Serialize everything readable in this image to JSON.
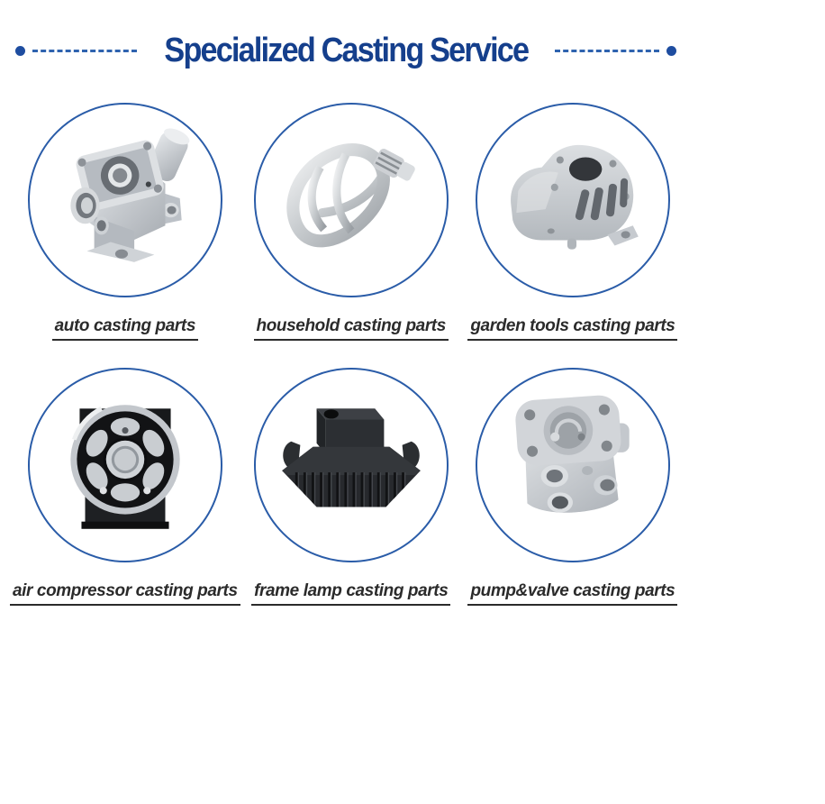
{
  "header": {
    "title": "Specialized Casting Service"
  },
  "grid": {
    "items": [
      {
        "label": "auto casting parts",
        "icon": "auto-casting-part-image"
      },
      {
        "label": "household casting parts",
        "icon": "household-casting-part-image"
      },
      {
        "label": "garden tools casting parts",
        "icon": "garden-tools-casting-part-image"
      },
      {
        "label": "air compressor casting parts",
        "icon": "air-compressor-casting-part-image"
      },
      {
        "label": "frame lamp casting parts",
        "icon": "frame-lamp-casting-part-image"
      },
      {
        "label": "pump&valve casting parts",
        "icon": "pump-valve-casting-part-image"
      }
    ]
  },
  "colors": {
    "title_blue": "#153f8c",
    "dash_blue": "#2f63af",
    "dot_blue": "#1e4da0",
    "circle_border_blue": "#2a5ca8",
    "label_gray": "#2b2b2b",
    "background": "#ffffff"
  }
}
